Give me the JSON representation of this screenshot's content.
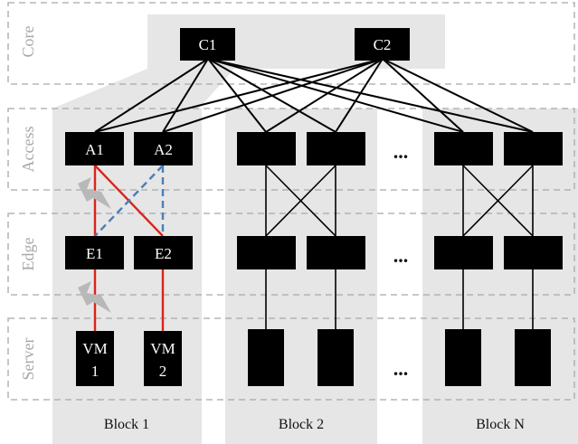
{
  "layers": [
    "Core",
    "Access",
    "Edge",
    "Server"
  ],
  "core_nodes": [
    "C1",
    "C2"
  ],
  "block1": {
    "access_nodes": [
      "A1",
      "A2"
    ],
    "edge_nodes": [
      "E1",
      "E2"
    ],
    "vm_nodes": [
      {
        "line1": "VM",
        "line2": "1"
      },
      {
        "line1": "VM",
        "line2": "2"
      }
    ]
  },
  "blocks": [
    "Block 1",
    "Block 2",
    "Block N"
  ],
  "ellipsis": "...",
  "colors": {
    "node": "#000000",
    "link": "#000000",
    "active_link": "#d9251d",
    "backup_link": "#4a7fb8",
    "failure_marker": "#b8b8b8",
    "block_bg": "#e6e6e6",
    "layer_border": "#a8a8a8"
  },
  "icons": [
    "lightning-icon"
  ]
}
